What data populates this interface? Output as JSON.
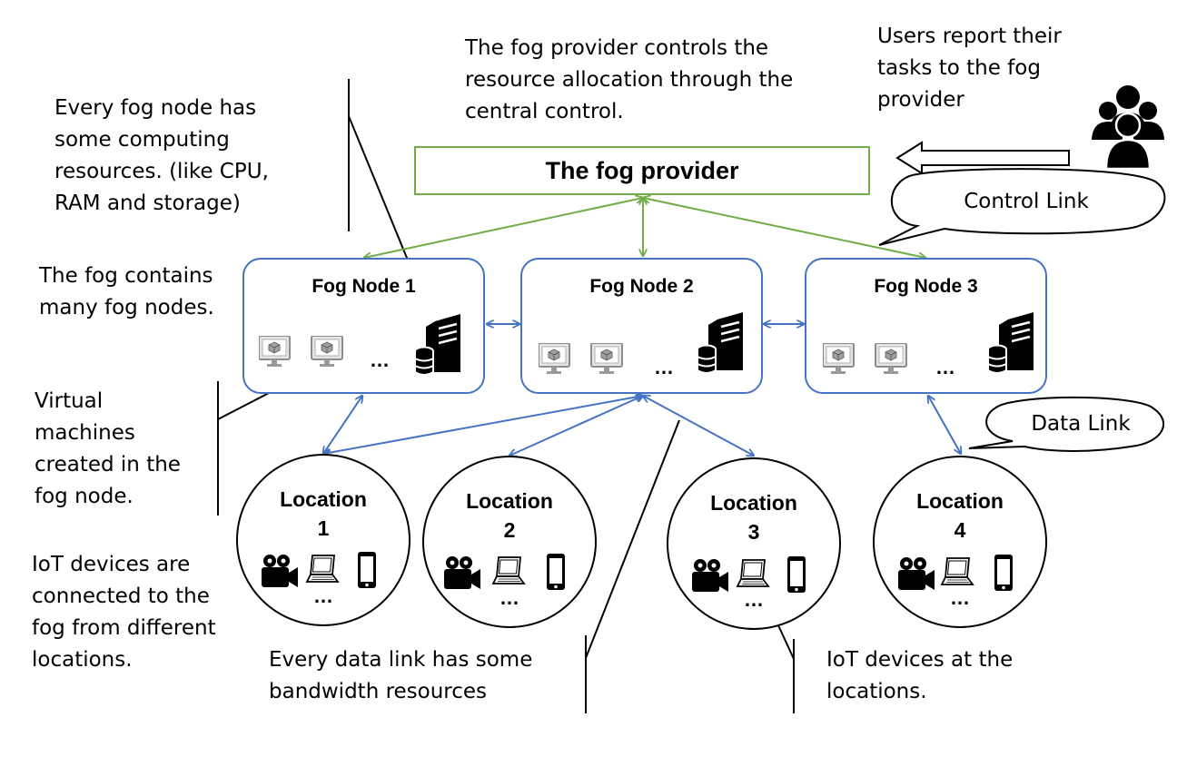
{
  "annotations": {
    "fog_provider_controls": "The fog provider controls the resource allocation through the central control.",
    "users_report": "Users report their tasks to the fog provider",
    "every_fog_node": "Every fog node has some computing resources. (like CPU, RAM and storage)",
    "fog_contains": "The fog contains many fog nodes.",
    "virtual_machines": "Virtual machines created in the fog node.",
    "iot_connected": "IoT devices are connected to the fog from different locations.",
    "data_link_bandwidth": "Every data link has some bandwidth resources",
    "iot_at_locations": "IoT devices at the locations."
  },
  "provider": {
    "label": "The fog provider"
  },
  "callouts": {
    "control_link": "Control Link",
    "data_link": "Data Link"
  },
  "nodes": [
    {
      "title": "Fog Node 1",
      "dots": "…"
    },
    {
      "title": "Fog Node 2",
      "dots": "…"
    },
    {
      "title": "Fog Node 3",
      "dots": "…"
    }
  ],
  "locations": [
    {
      "title": "Location",
      "number": "1",
      "dots": "…"
    },
    {
      "title": "Location",
      "number": "2",
      "dots": "…"
    },
    {
      "title": "Location",
      "number": "3",
      "dots": "…"
    },
    {
      "title": "Location",
      "number": "4",
      "dots": "…"
    }
  ],
  "icons": {
    "users": "users-group-icon",
    "arrow": "left-arrow-icon",
    "vm": "virtual-machine-monitor-icon",
    "server": "server-with-database-icon",
    "camera": "video-camera-icon",
    "laptop": "laptop-icon",
    "phone": "smartphone-icon"
  },
  "colors": {
    "control_link": "#70ad47",
    "data_link": "#4472c4",
    "outline": "#000000"
  }
}
